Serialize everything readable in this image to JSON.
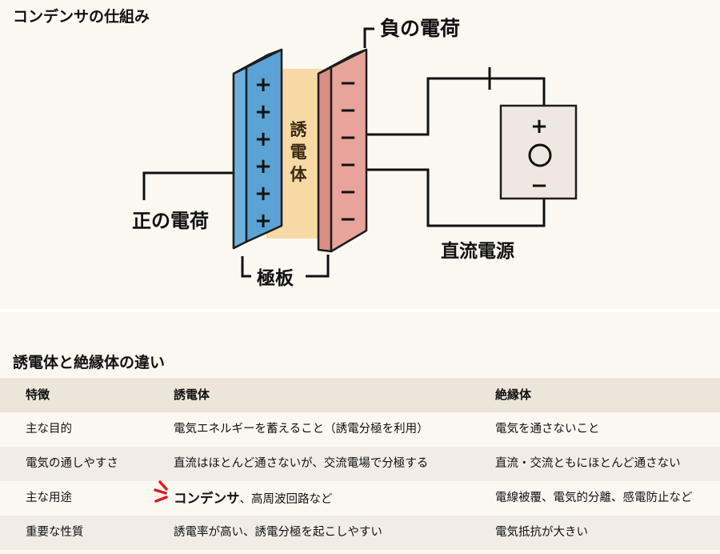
{
  "diagram": {
    "title": "コンデンサの仕組み",
    "labels": {
      "negative_charge": "負の電荷",
      "positive_charge": "正の電荷",
      "plate": "極板",
      "dielectric": "誘電体",
      "dc_source": "直流電源"
    },
    "plate_signs": {
      "positive": [
        "+",
        "+",
        "+",
        "+",
        "+",
        "+"
      ],
      "negative": [
        "−",
        "−",
        "−",
        "−",
        "−",
        "−"
      ]
    },
    "battery": {
      "plus": "+",
      "minus": "−"
    },
    "colors": {
      "positive_plate": "#5ba3d4",
      "negative_plate": "#e8a49a",
      "dielectric": "#f7d9a6",
      "battery": "#eee8e0",
      "emphasis_mark": "#e31b1b"
    }
  },
  "comparison": {
    "title": "誘電体と絶縁体の違い",
    "headers": [
      "特徴",
      "誘電体",
      "絶縁体"
    ],
    "rows": [
      {
        "feature": "主な目的",
        "dielectric": "電気エネルギーを蓄えること（誘電分極を利用）",
        "insulator": "電気を通さないこと"
      },
      {
        "feature": "電気の通しやすさ",
        "dielectric": "直流はほとんど通さないが、交流電場で分極する",
        "insulator": "直流・交流ともにほとんど通さない"
      },
      {
        "feature": "主な用途",
        "dielectric_emphasis": "コンデンサ",
        "dielectric": "、高周波回路など",
        "insulator": "電線被覆、電気的分離、感電防止など"
      },
      {
        "feature": "重要な性質",
        "dielectric": "誘電率が高い、誘電分極を起こしやすい",
        "insulator": "電気抵抗が大きい"
      }
    ]
  }
}
